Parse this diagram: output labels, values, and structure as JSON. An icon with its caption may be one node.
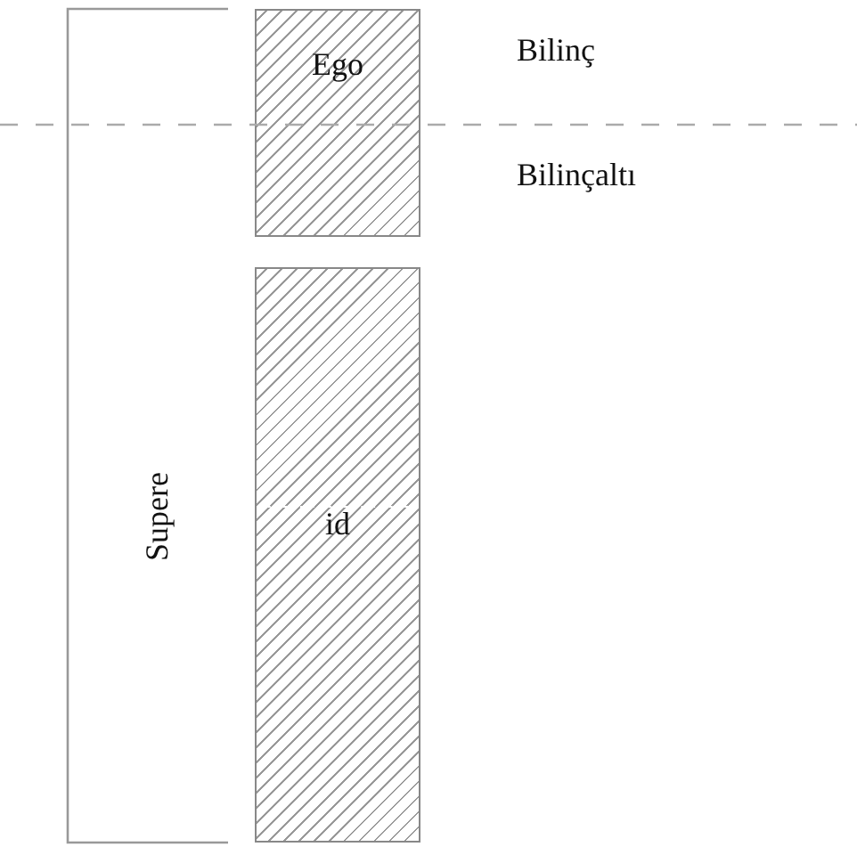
{
  "diagram": {
    "nodes": [
      {
        "text": [
          "Ego"
        ]
      },
      {
        "text": [
          "id"
        ]
      }
    ],
    "labels": [
      "Bilinç",
      "Bilinçaltı",
      "Supere"
    ]
  }
}
